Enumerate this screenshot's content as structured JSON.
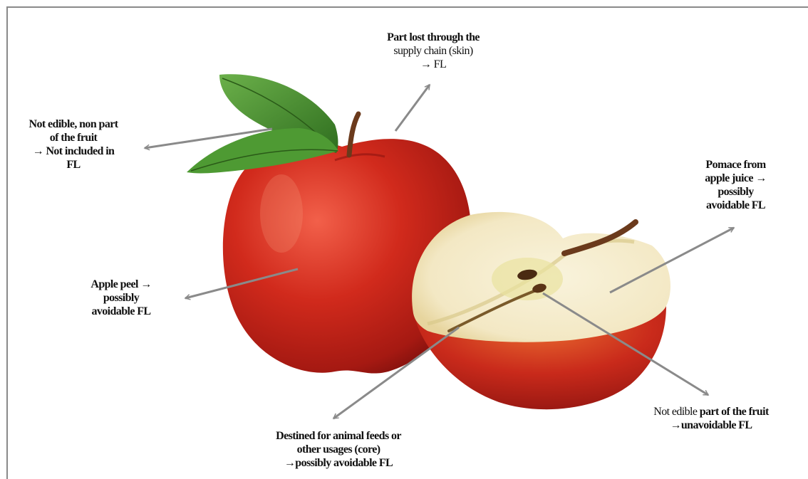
{
  "colors": {
    "frame": "#8a8a8a",
    "arrow": "#8a8a8a",
    "apple_red": "#c9241a",
    "apple_dark_red": "#8e1410",
    "apple_flesh": "#f6efd2",
    "leaf_green": "#3f8c2a",
    "stem_brown": "#6b3a1c"
  },
  "labels": {
    "skin": {
      "line1": "Part lost through the",
      "line2": "supply chain (skin)",
      "line3": "→ FL"
    },
    "leaf": {
      "line1": "Not edible, non part",
      "line2": "of the fruit",
      "line3": "→ Not included in",
      "line4": "FL"
    },
    "pomace": {
      "line1": "Pomace from",
      "line2": "apple juice →",
      "line3": "possibly",
      "line4": "avoidable FL"
    },
    "peel": {
      "line1": "Apple peel →",
      "line2": "possibly",
      "line3": "avoidable FL"
    },
    "seeds": {
      "line1_normal": "Not edible ",
      "line1_bold": "part of the fruit",
      "line2": "→unavoidable FL"
    },
    "core": {
      "line1": "Destined for animal feeds or",
      "line2": "other usages (core)",
      "line3": "→possibly avoidable FL"
    }
  },
  "icons": [
    "whole-apple",
    "apple-leaves",
    "apple-stem",
    "halved-apple",
    "apple-seed",
    "pointer-arrow"
  ]
}
